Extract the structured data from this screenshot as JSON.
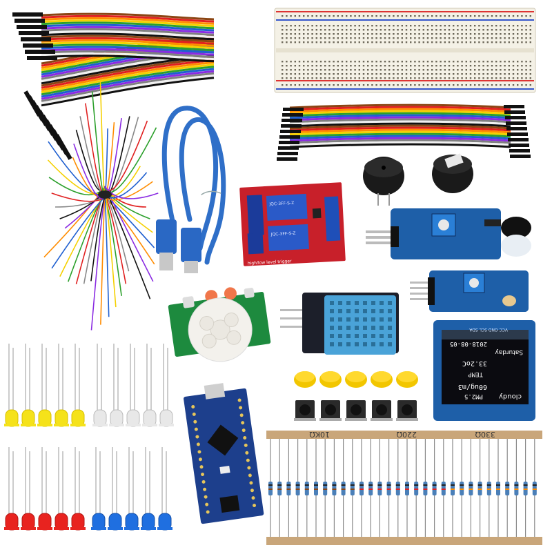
{
  "relay_module": {
    "relay_text_1": "JQC-3FF-S-Z",
    "relay_text_2": "JQC-3FF-S-Z",
    "trigger_label": "high/low level trigger"
  },
  "oled_display": {
    "line_city": "cloudy",
    "line_pm": "PM2.5",
    "line_pm_value": "60ug/m3",
    "line_temp": "TEMP",
    "line_temp_value": "33.2oC",
    "line_day": "Saturday",
    "line_date": "2018-08-05",
    "pins_label": "VCC GND SCL SDA"
  },
  "resistors": {
    "strip_1_label": "10KΩ",
    "strip_2_label": "220Ω",
    "strip_3_label": "330Ω"
  },
  "colors": {
    "arduino_blue": "#1d3f8c",
    "relay_red": "#c8202a",
    "module_blue": "#1e5fa8",
    "dht_blue": "#4aa3d8",
    "cap_yellow": "#f2c600",
    "led_yellow": "#f5e21a",
    "led_red": "#e8231f",
    "led_blue": "#1f6fe0",
    "resistor_tape": "#c9a67a"
  }
}
